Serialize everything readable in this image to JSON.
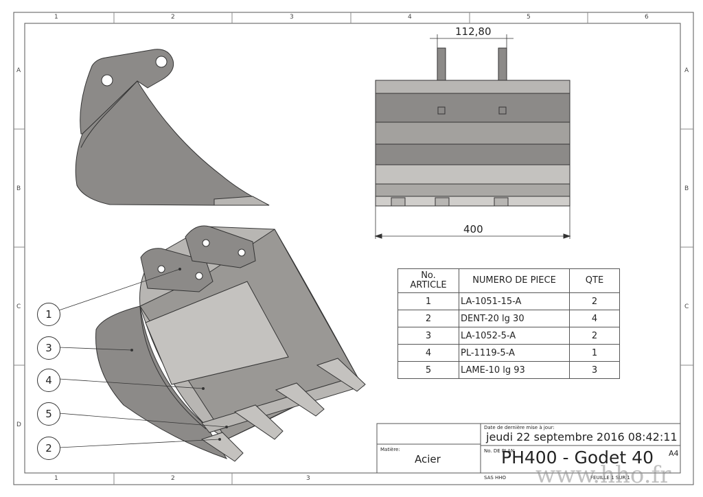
{
  "grid": {
    "columns": [
      "1",
      "2",
      "3",
      "4",
      "5",
      "6"
    ],
    "bottom_columns": [
      "1",
      "2",
      "3"
    ],
    "rows": [
      "A",
      "B",
      "C",
      "D"
    ]
  },
  "dimensions": {
    "pin_spacing": "112,80",
    "width": "400"
  },
  "bom": {
    "headers": {
      "article": [
        "No.",
        "ARTICLE"
      ],
      "part": "NUMERO DE PIECE",
      "qty": "QTE"
    },
    "rows": [
      {
        "article": "1",
        "part": "LA-1051-15-A",
        "qty": "2"
      },
      {
        "article": "2",
        "part": "DENT-20 lg 30",
        "qty": "4"
      },
      {
        "article": "3",
        "part": "LA-1052-5-A",
        "qty": "2"
      },
      {
        "article": "4",
        "part": "PL-1119-5-A",
        "qty": "1"
      },
      {
        "article": "5",
        "part": "LAME-10 lg 93",
        "qty": "3"
      }
    ]
  },
  "callouts": [
    "1",
    "3",
    "4",
    "5",
    "2"
  ],
  "title_block": {
    "date_label": "Date de dernière mise à jour:",
    "date_value": "jeudi 22 septembre 2016 08:42:11",
    "material_label": "Matière:",
    "material_value": "Acier",
    "plan_label": "No. DE PLAN",
    "plan_value": "PH400 - Godet 40",
    "format": "A4",
    "company": "SAS HHO",
    "sheet": "FEUILLE 1 SUR 1",
    "watermark": "www.hho.fr"
  },
  "colors": {
    "steel": "#8c8a88",
    "steel_light": "#b8b6b3",
    "steel_dark": "#6e6c6a",
    "line": "#333333"
  }
}
